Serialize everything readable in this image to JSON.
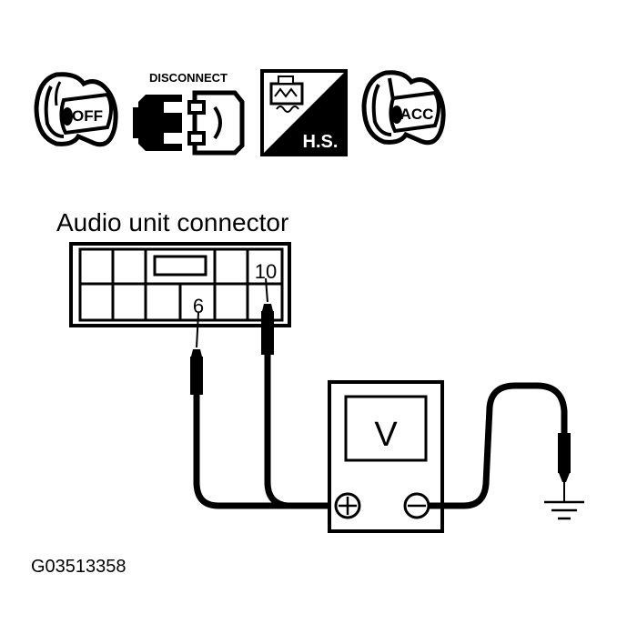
{
  "icons": {
    "ignition_off": {
      "label": "OFF",
      "icon": "ignition-key-off-icon"
    },
    "disconnect": {
      "label": "DISCONNECT",
      "icon": "connector-disconnect-icon"
    },
    "hot_start": {
      "label": "H.S.",
      "icon": "hot-start-engine-icon"
    },
    "ignition_acc": {
      "label": "ACC",
      "icon": "ignition-key-acc-icon"
    }
  },
  "connector": {
    "title": "Audio unit connector",
    "pin_a": "10",
    "pin_b": "6"
  },
  "meter": {
    "display": "V",
    "positive": "+",
    "negative": "−"
  },
  "figure_id": "G03513358"
}
